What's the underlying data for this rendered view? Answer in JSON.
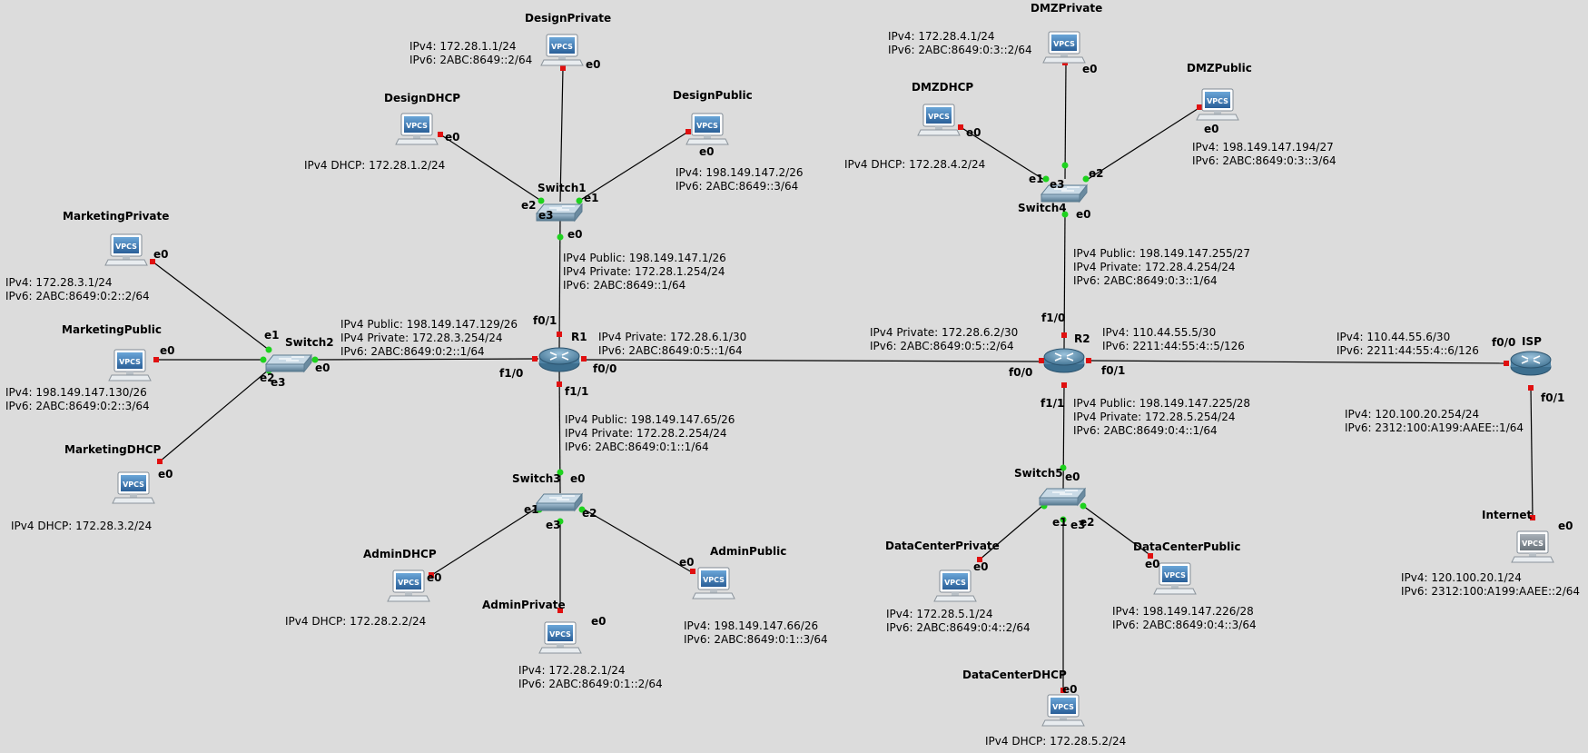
{
  "nodes": [
    {
      "id": "DesignPrivate",
      "label": "DesignPrivate",
      "type": "vpcs"
    },
    {
      "id": "DesignDHCP",
      "label": "DesignDHCP",
      "type": "vpcs"
    },
    {
      "id": "DesignPublic",
      "label": "DesignPublic",
      "type": "vpcs"
    },
    {
      "id": "Switch1",
      "label": "Switch1",
      "type": "switch"
    },
    {
      "id": "MarketingPrivate",
      "label": "MarketingPrivate",
      "type": "vpcs"
    },
    {
      "id": "MarketingPublic",
      "label": "MarketingPublic",
      "type": "vpcs"
    },
    {
      "id": "MarketingDHCP",
      "label": "MarketingDHCP",
      "type": "vpcs"
    },
    {
      "id": "Switch2",
      "label": "Switch2",
      "type": "switch"
    },
    {
      "id": "R1",
      "label": "R1",
      "type": "router"
    },
    {
      "id": "Switch3",
      "label": "Switch3",
      "type": "switch"
    },
    {
      "id": "AdminDHCP",
      "label": "AdminDHCP",
      "type": "vpcs"
    },
    {
      "id": "AdminPrivate",
      "label": "AdminPrivate",
      "type": "vpcs"
    },
    {
      "id": "AdminPublic",
      "label": "AdminPublic",
      "type": "vpcs"
    },
    {
      "id": "DMZPrivate",
      "label": "DMZPrivate",
      "type": "vpcs"
    },
    {
      "id": "DMZDHCP",
      "label": "DMZDHCP",
      "type": "vpcs"
    },
    {
      "id": "DMZPublic",
      "label": "DMZPublic",
      "type": "vpcs"
    },
    {
      "id": "Switch4",
      "label": "Switch4",
      "type": "switch"
    },
    {
      "id": "R2",
      "label": "R2",
      "type": "router"
    },
    {
      "id": "Switch5",
      "label": "Switch5",
      "type": "switch"
    },
    {
      "id": "DataCenterPrivate",
      "label": "DataCenterPrivate",
      "type": "vpcs"
    },
    {
      "id": "DataCenterPublic",
      "label": "DataCenterPublic",
      "type": "vpcs"
    },
    {
      "id": "DataCenterDHCP",
      "label": "DataCenterDHCP",
      "type": "vpcs"
    },
    {
      "id": "ISP",
      "label": "ISP",
      "type": "router"
    },
    {
      "id": "Internet",
      "label": "Internet",
      "type": "vpcs"
    }
  ],
  "icon_text": "VPCS",
  "links": [
    {
      "a": "DesignPrivate",
      "b": "Switch1",
      "status": "mixed"
    },
    {
      "a": "DesignDHCP",
      "b": "Switch1",
      "status": "mixed"
    },
    {
      "a": "DesignPublic",
      "b": "Switch1",
      "status": "mixed"
    },
    {
      "a": "Switch1",
      "b": "R1",
      "status": "mixed"
    },
    {
      "a": "MarketingPrivate",
      "b": "Switch2",
      "status": "mixed"
    },
    {
      "a": "MarketingPublic",
      "b": "Switch2",
      "status": "mixed"
    },
    {
      "a": "MarketingDHCP",
      "b": "Switch2",
      "status": "mixed"
    },
    {
      "a": "Switch2",
      "b": "R1",
      "status": "mixed"
    },
    {
      "a": "R1",
      "b": "Switch3",
      "status": "mixed"
    },
    {
      "a": "AdminDHCP",
      "b": "Switch3",
      "status": "mixed"
    },
    {
      "a": "AdminPrivate",
      "b": "Switch3",
      "status": "mixed"
    },
    {
      "a": "AdminPublic",
      "b": "Switch3",
      "status": "mixed"
    },
    {
      "a": "R1",
      "b": "R2",
      "status": "down"
    },
    {
      "a": "DMZPrivate",
      "b": "Switch4",
      "status": "mixed"
    },
    {
      "a": "DMZDHCP",
      "b": "Switch4",
      "status": "mixed"
    },
    {
      "a": "DMZPublic",
      "b": "Switch4",
      "status": "mixed"
    },
    {
      "a": "Switch4",
      "b": "R2",
      "status": "mixed"
    },
    {
      "a": "R2",
      "b": "Switch5",
      "status": "mixed"
    },
    {
      "a": "DataCenterPrivate",
      "b": "Switch5",
      "status": "mixed"
    },
    {
      "a": "DataCenterPublic",
      "b": "Switch5",
      "status": "mixed"
    },
    {
      "a": "DataCenterDHCP",
      "b": "Switch5",
      "status": "mixed"
    },
    {
      "a": "R2",
      "b": "ISP",
      "status": "down"
    },
    {
      "a": "ISP",
      "b": "Internet",
      "status": "down"
    }
  ],
  "ports": {
    "designprivate_e0": "e0",
    "designdhcp_e0": "e0",
    "designpublic_e0": "e0",
    "sw1_e0": "e0",
    "sw1_e1": "e1",
    "sw1_e2": "e2",
    "sw1_e3": "e3",
    "marketingprivate_e0": "e0",
    "marketingpublic_e0": "e0",
    "marketingdhcp_e0": "e0",
    "sw2_e0": "e0",
    "sw2_e1": "e1",
    "sw2_e2": "e2",
    "sw2_e3": "e3",
    "r1_f01": "f0/1",
    "r1_f10": "f1/0",
    "r1_f00": "f0/0",
    "r1_f11": "f1/1",
    "sw3_e0": "e0",
    "sw3_e1": "e1",
    "sw3_e2": "e2",
    "sw3_e3": "e3",
    "admindhcp_e0": "e0",
    "adminprivate_e0": "e0",
    "adminpublic_e0": "e0",
    "dmzprivate_e0": "e0",
    "dmzdhcp_e0": "e0",
    "dmzpublic_e0": "e0",
    "sw4_e0": "e0",
    "sw4_e1": "e1",
    "sw4_e2": "e2",
    "sw4_e3": "e3",
    "r2_f10": "f1/0",
    "r2_f00": "f0/0",
    "r2_f01": "f0/1",
    "r2_f11": "f1/1",
    "sw5_e0": "e0",
    "sw5_e1": "e1",
    "sw5_e2": "e2",
    "sw5_e3": "e3",
    "dcprivate_e0": "e0",
    "dcpublic_e0": "e0",
    "dcdhcp_e0": "e0",
    "isp_f00": "f0/0",
    "isp_f01": "f0/1",
    "internet_e0": "e0"
  },
  "annotations": {
    "designprivate": [
      "IPv4: 172.28.1.1/24",
      "IPv6: 2ABC:8649::2/64"
    ],
    "designdhcp": [
      "IPv4 DHCP: 172.28.1.2/24"
    ],
    "designpublic": [
      "IPv4: 198.149.147.2/26",
      "IPv6: 2ABC:8649::3/64"
    ],
    "r1_sw1": [
      "IPv4 Public: 198.149.147.1/26",
      "IPv4 Private: 172.28.1.254/24",
      "IPv6: 2ABC:8649::1/64"
    ],
    "marketingprivate": [
      "IPv4: 172.28.3.1/24",
      "IPv6: 2ABC:8649:0:2::2/64"
    ],
    "marketingpublic": [
      "IPv4: 198.149.147.130/26",
      "IPv6: 2ABC:8649:0:2::3/64"
    ],
    "marketingdhcp": [
      "IPv4 DHCP: 172.28.3.2/24"
    ],
    "r1_sw2": [
      "IPv4 Public: 198.149.147.129/26",
      "IPv4 Private: 172.28.3.254/24",
      "IPv6: 2ABC:8649:0:2::1/64"
    ],
    "r1_r2": [
      "IPv4 Private: 172.28.6.1/30",
      "IPv6: 2ABC:8649:0:5::1/64"
    ],
    "r1_sw3": [
      "IPv4 Public: 198.149.147.65/26",
      "IPv4 Private: 172.28.2.254/24",
      "IPv6: 2ABC:8649:0:1::1/64"
    ],
    "admindhcp": [
      "IPv4 DHCP: 172.28.2.2/24"
    ],
    "adminprivate": [
      "IPv4: 172.28.2.1/24",
      "IPv6: 2ABC:8649:0:1::2/64"
    ],
    "adminpublic": [
      "IPv4: 198.149.147.66/26",
      "IPv6: 2ABC:8649:0:1::3/64"
    ],
    "dmzprivate": [
      "IPv4: 172.28.4.1/24",
      "IPv6: 2ABC:8649:0:3::2/64"
    ],
    "dmzdhcp": [
      "IPv4 DHCP: 172.28.4.2/24"
    ],
    "dmzpublic": [
      "IPv4: 198.149.147.194/27",
      "IPv6: 2ABC:8649:0:3::3/64"
    ],
    "r2_sw4": [
      "IPv4 Public: 198.149.147.255/27",
      "IPv4 Private: 172.28.4.254/24",
      "IPv6: 2ABC:8649:0:3::1/64"
    ],
    "r2_r1": [
      "IPv4 Private: 172.28.6.2/30",
      "IPv6: 2ABC:8649:0:5::2/64"
    ],
    "r2_isp": [
      "IPv4: 110.44.55.5/30",
      "IPv6: 2211:44:55:4::5/126"
    ],
    "r2_sw5": [
      "IPv4 Public: 198.149.147.225/28",
      "IPv4 Private: 172.28.5.254/24",
      "IPv6: 2ABC:8649:0:4::1/64"
    ],
    "isp_r2": [
      "IPv4: 110.44.55.6/30",
      "IPv6: 2211:44:55:4::6/126"
    ],
    "isp_internet": [
      "IPv4: 120.100.20.254/24",
      "IPv6: 2312:100:A199:AAEE::1/64"
    ],
    "internet": [
      "IPv4: 120.100.20.1/24",
      "IPv6: 2312:100:A199:AAEE::2/64"
    ],
    "dcprivate": [
      "IPv4: 172.28.5.1/24",
      "IPv6: 2ABC:8649:0:4::2/64"
    ],
    "dcpublic": [
      "IPv4: 198.149.147.226/28",
      "IPv6: 2ABC:8649:0:4::3/64"
    ],
    "dcdhcp": [
      "IPv4 DHCP: 172.28.5.2/24"
    ]
  },
  "colors": {
    "link_up": "#1ed21e",
    "link_down": "#e01010",
    "background": "#dcdcdc",
    "line": "#000000"
  }
}
